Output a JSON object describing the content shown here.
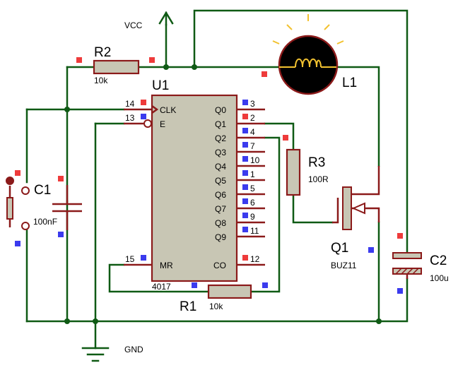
{
  "power": {
    "vcc": "VCC",
    "gnd": "GND"
  },
  "u1": {
    "ref": "U1",
    "part": "4017"
  },
  "u1_pins_left": [
    {
      "num": "14",
      "name": "CLK"
    },
    {
      "num": "13",
      "name": "E"
    },
    {
      "num": "15",
      "name": "MR"
    }
  ],
  "u1_pins_right": [
    {
      "num": "3",
      "name": "Q0"
    },
    {
      "num": "2",
      "name": "Q1"
    },
    {
      "num": "4",
      "name": "Q2"
    },
    {
      "num": "7",
      "name": "Q3"
    },
    {
      "num": "10",
      "name": "Q4"
    },
    {
      "num": "1",
      "name": "Q5"
    },
    {
      "num": "5",
      "name": "Q6"
    },
    {
      "num": "6",
      "name": "Q7"
    },
    {
      "num": "9",
      "name": "Q8"
    },
    {
      "num": "11",
      "name": "Q9"
    },
    {
      "num": "12",
      "name": "CO"
    }
  ],
  "r1": {
    "ref": "R1",
    "value": "10k"
  },
  "r2": {
    "ref": "R2",
    "value": "10k"
  },
  "r3": {
    "ref": "R3",
    "value": "100R"
  },
  "c1": {
    "ref": "C1",
    "value": "100nF"
  },
  "c2": {
    "ref": "C2",
    "value": "100u"
  },
  "l1": {
    "ref": "L1"
  },
  "q1": {
    "ref": "Q1",
    "value": "BUZ11"
  },
  "colors": {
    "wire": "#0f5a14",
    "component": "#8b1a1a",
    "body": "#c8c6b4"
  }
}
